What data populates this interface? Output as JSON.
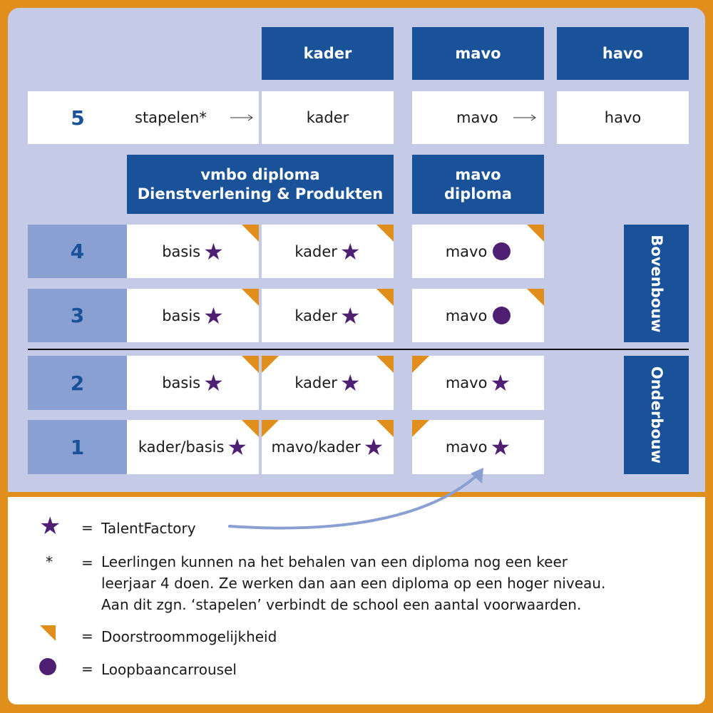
{
  "headers": {
    "kader": "kader",
    "mavo": "mavo",
    "havo": "havo"
  },
  "year5": {
    "number": "5",
    "stapelen": "stapelen*",
    "kader": "kader",
    "mavo": "mavo",
    "havo": "havo"
  },
  "diplomas": {
    "vmbo_line1": "vmbo diploma",
    "vmbo_line2": "Dienstverlening & Produkten",
    "mavo_line1": "mavo",
    "mavo_line2": "diploma"
  },
  "rows": [
    {
      "year": "4",
      "col1": "basis",
      "col2": "kader",
      "col3": "mavo"
    },
    {
      "year": "3",
      "col1": "basis",
      "col2": "kader",
      "col3": "mavo"
    },
    {
      "year": "2",
      "col1": "basis",
      "col2": "kader",
      "col3": "mavo"
    },
    {
      "year": "1",
      "col1": "kader/basis",
      "col2": "mavo/kader",
      "col3": "mavo"
    }
  ],
  "side_labels": {
    "bovenbouw": "Bovenbouw",
    "onderbouw": "Onderbouw"
  },
  "legend": {
    "equals": "=",
    "star_symbol": "★",
    "asterisk_symbol": "*",
    "talentfactory": "TalentFactory",
    "stapelen_line1": "Leerlingen kunnen na het behalen van een diploma nog een keer",
    "stapelen_line2": "leerjaar 4 doen. Ze werken dan aan een diploma op een hoger niveau.",
    "stapelen_line3": "Aan dit zgn. ‘stapelen’ verbindt de school een aantal voorwaarden.",
    "doorstroom": "Doorstroommogelijkheid",
    "loopbaan": "Loopbaancarrousel"
  },
  "icons": {
    "talentfactory": "star-icon",
    "loopbaancarrousel": "circle-icon",
    "doorstroom": "corner-triangle-icon",
    "stapelen": "arrow-right-icon"
  },
  "colors": {
    "frame": "#e08f1c",
    "panel": "#c5cbe6",
    "header": "#1a5299",
    "year_cell": "#8a9fd2",
    "marker": "#4e1f72",
    "corner": "#e08f1c"
  }
}
